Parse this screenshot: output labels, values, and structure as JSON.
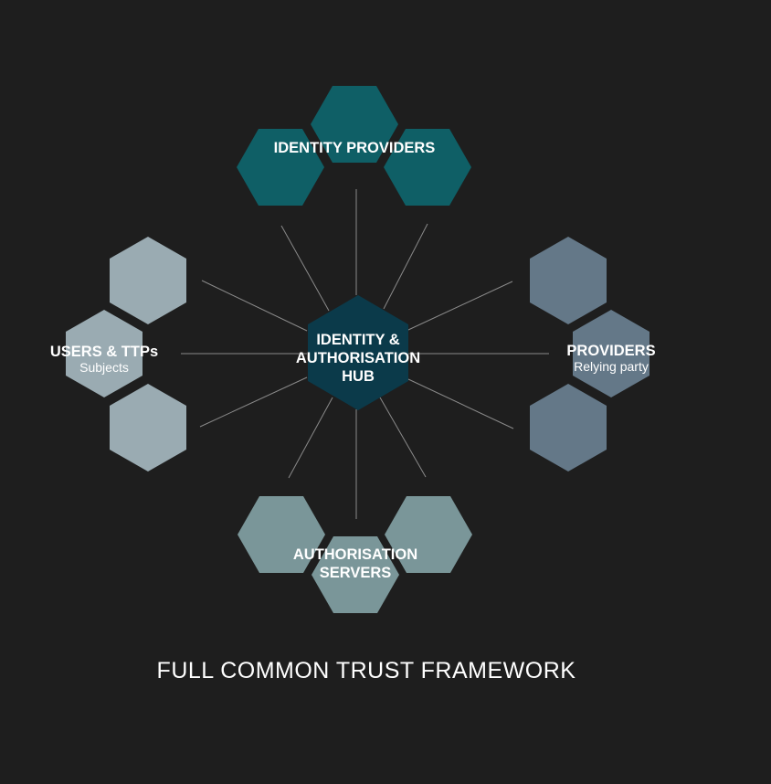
{
  "colors": {
    "background": "#1e1e1e",
    "hub": "#0b3a4a",
    "identity_providers": "#0f5f66",
    "users": "#9aabb2",
    "providers": "#647888",
    "authorisation_servers": "#7a9699",
    "spokes": "#8a8a8a"
  },
  "hub": {
    "line1": "IDENTITY &",
    "line2": "AUTHORISATION",
    "line3": "HUB"
  },
  "identity_providers": {
    "label": "IDENTITY PROVIDERS"
  },
  "users": {
    "label": "USERS & TTPs",
    "sublabel": "Subjects"
  },
  "providers": {
    "label": "PROVIDERS",
    "sublabel": "Relying party"
  },
  "authorisation_servers": {
    "line1": "AUTHORISATION",
    "line2": "SERVERS"
  },
  "footer": {
    "title": "FULL COMMON TRUST FRAMEWORK"
  }
}
